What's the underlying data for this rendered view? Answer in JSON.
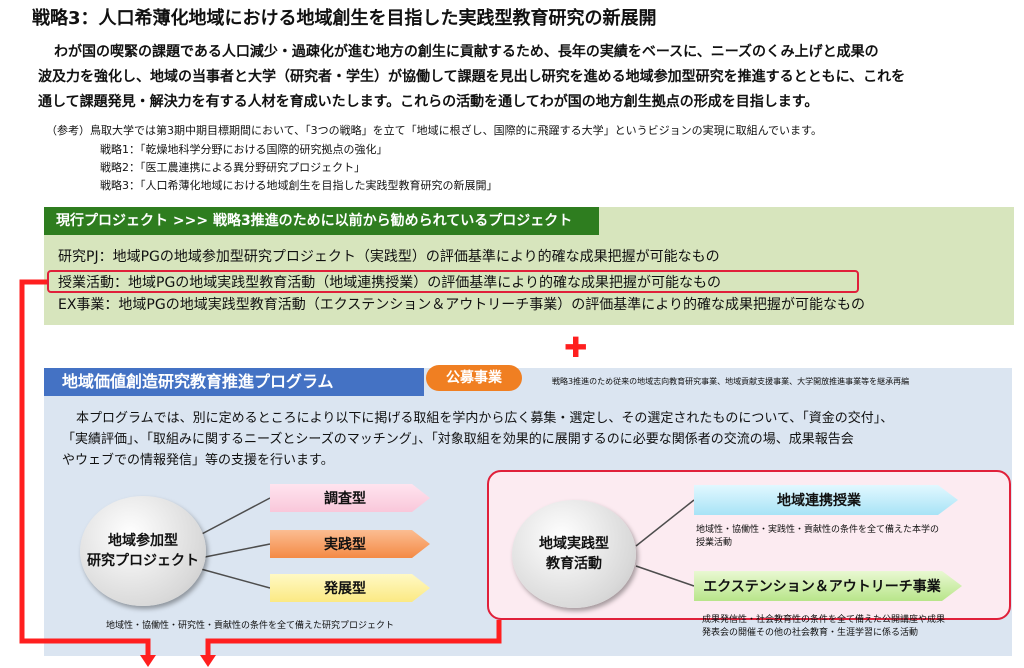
{
  "title": "戦略3：人口希薄化地域における地域創生を目指した実践型教育研究の新展開",
  "intro": [
    "わが国の喫緊の課題である人口減少・過疎化が進む地方の創生に貢献するため、長年の実績をベースに、ニーズのくみ上げと成果の",
    "波及力を強化し、地域の当事者と大学（研究者・学生）が協働して課題を見出し研究を進める地域参加型研究を推進するとともに、これを",
    "通して課題発見・解決力を有する人材を育成いたします。これらの活動を通してわが国の地方創生拠点の形成を目指します。"
  ],
  "reference": {
    "lead": "（参考）鳥取大学では第3期中期目標期間において、「3つの戦略」を立て「地域に根ざし、国際的に飛躍する大学」というビジョンの実現に取組んでいます。",
    "items": [
      "戦略1：「乾燥地科学分野における国際的研究拠点の強化」",
      "戦略2：「医工農連携による異分野研究プロジェクト」",
      "戦略3：「人口希薄化地域における地域創生を目指した実践型教育研究の新展開」"
    ]
  },
  "current": {
    "header": "現行プロジェクト >>> 戦略3推進のために以前から勧められているプロジェクト",
    "lines": [
      "研究PJ：地域PGの地域参加型研究プロジェクト（実践型）の評価基準により的確な成果把握が可能なもの",
      "授業活動：地域PGの地域実践型教育活動（地域連携授業）の評価基準により的確な成果把握が可能なもの",
      "EX事業：地域PGの地域実践型教育活動（エクステンション＆アウトリーチ事業）の評価基準により的確な成果把握が可能なもの"
    ]
  },
  "plus": "✚",
  "program": {
    "header": "地域価値創造研究教育推進プログラム",
    "badge": "公募事業",
    "badge_note": "戦略3推進のため従来の地域志向教育研究事業、地域貢献支援事業、大学開放推進事業等を継承再編",
    "desc": [
      "本プログラムでは、別に定めるところにより以下に掲げる取組を学内から広く募集・選定し、その選定されたものについて、「資金の交付」、",
      "「実績評価」、「取組みに関するニーズとシーズのマッチング」、「対象取組を効果的に展開するのに必要な関係者の交流の場、成果報告会",
      "やウェブでの情報発信」等の支援を行います。"
    ],
    "left": {
      "circle_line1": "地域参加型",
      "circle_line2": "研究プロジェクト",
      "types": [
        "調査型",
        "実践型",
        "発展型"
      ],
      "caption": "地域性・協働性・研究性・貢献性の条件を全て備えた研究プロジェクト"
    },
    "right": {
      "circle_line1": "地域実践型",
      "circle_line2": "教育活動",
      "item1": "地域連携授業",
      "item1_desc1": "地域性・協働性・実践性・貢献性の条件を全て備えた本学の",
      "item1_desc2": "授業活動",
      "item2": "エクステンション＆アウトリーチ事業",
      "item2_desc1": "成果発信性・社会教育性の条件を全て備えた公開講座や成果",
      "item2_desc2": "発表会の開催その他の社会教育・生涯学習に係る活動"
    }
  },
  "colors": {
    "green_header": "#2e7d1f",
    "green_panel": "#d7e5bd",
    "blue_header": "#4472c4",
    "blue_panel": "#dbe5f1",
    "orange": "#f07f22",
    "red": "#ff1f1f",
    "pink_panel": "#fcebf1"
  }
}
